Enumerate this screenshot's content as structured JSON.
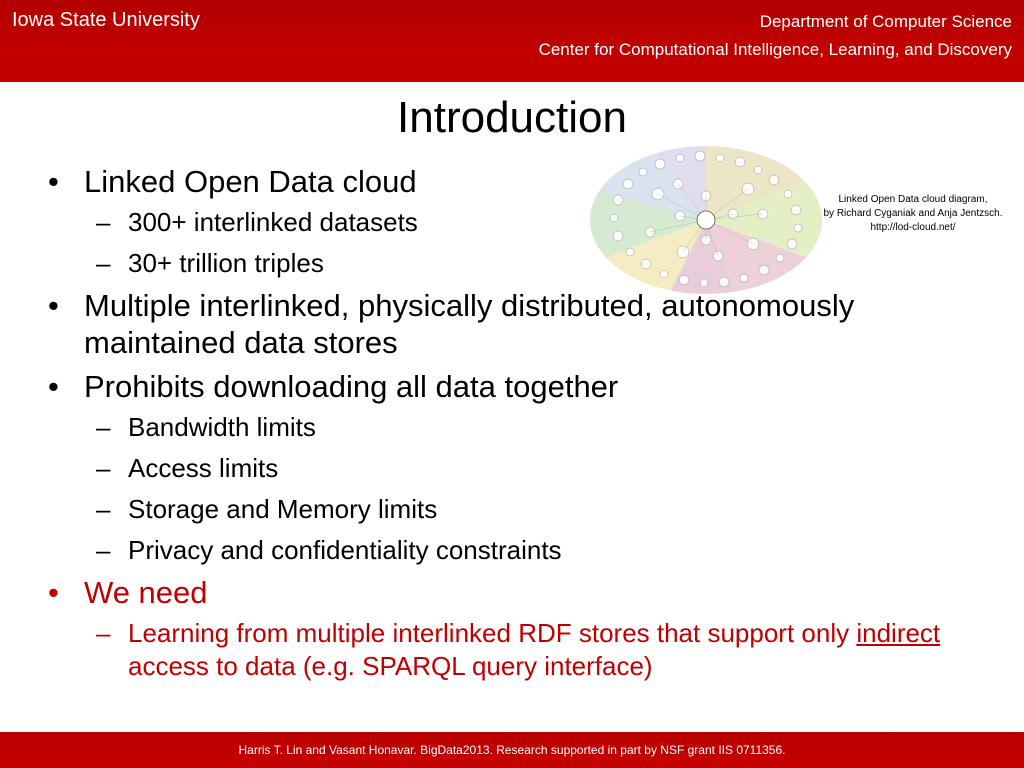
{
  "header": {
    "university": "Iowa State University",
    "department": "Department of Computer Science",
    "center": "Center for Computational Intelligence, Learning, and Discovery"
  },
  "slide": {
    "title": "Introduction",
    "bullets": {
      "b1": "Linked Open Data cloud",
      "b1_s1": "300+ interlinked datasets",
      "b1_s2": "30+ trillion triples",
      "b2": "Multiple interlinked, physically distributed, autonomously maintained data stores",
      "b3": "Prohibits downloading all data together",
      "b3_s1": "Bandwidth limits",
      "b3_s2": "Access limits",
      "b3_s3": "Storage and Memory limits",
      "b3_s4": "Privacy and confidentiality constraints",
      "b4": "We need",
      "b4_s1_pre": "Learning from multiple interlinked RDF stores that support only ",
      "b4_s1_underlined": "indirect",
      "b4_s1_post": " access to data (e.g. SPARQL query interface)"
    },
    "bullet_glyph": "•",
    "sub_glyph": "–",
    "accent_color": "#c00000"
  },
  "figure": {
    "caption_line1": "Linked Open Data cloud diagram,",
    "caption_line2": "by Richard Cyganiak and Anja Jentzsch.",
    "caption_line3": "http://lod-cloud.net/"
  },
  "footer": {
    "text": "Harris T. Lin and Vasant Honavar. BigData2013. Research supported in part by NSF grant  IIS  0711356."
  }
}
